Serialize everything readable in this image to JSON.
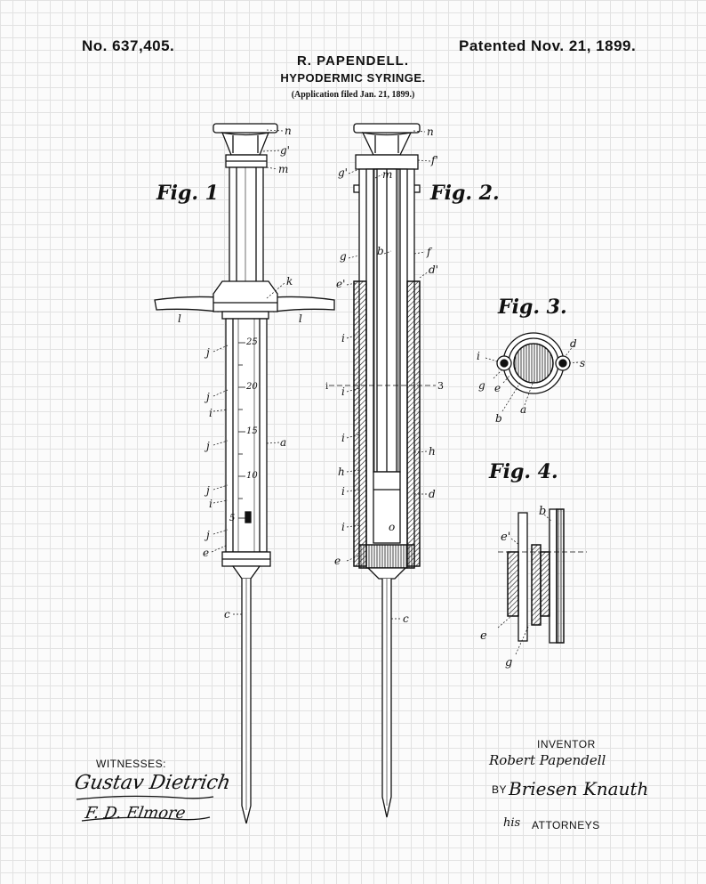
{
  "header": {
    "patent_no": "No. 637,405.",
    "patented": "Patented Nov. 21, 1899.",
    "inventor_name": "R. PAPENDELL.",
    "invention": "HYPODERMIC SYRINGE.",
    "application": "(Application filed Jan. 21, 1899.)"
  },
  "figures": {
    "fig1": "Fig. 1",
    "fig2": "Fig. 2.",
    "fig3": "Fig. 3.",
    "fig4": "Fig. 4."
  },
  "scale_marks": [
    "25",
    "20",
    "15",
    "10",
    "5"
  ],
  "fig1_labels": {
    "n": "n",
    "g1": "g'",
    "m": "m",
    "k": "k",
    "l_left": "l",
    "l_right": "l",
    "a": "a",
    "c": "c",
    "e": "e",
    "i1": "i",
    "i2": "i",
    "j1": "j",
    "j2": "j",
    "j3": "j",
    "j4": "j",
    "j5": "j"
  },
  "fig2_labels": {
    "n": "n",
    "f1": "f'",
    "g1": "g'",
    "m": "m",
    "b": "b",
    "f": "f",
    "g": "g",
    "d1": "d'",
    "e1": "e'",
    "i1": "i",
    "i2": "i",
    "i3": "i",
    "i4": "i",
    "i5": "i",
    "h1": "h",
    "h2": "h",
    "d": "d",
    "o": "o",
    "e": "e",
    "c": "c",
    "sec_left": "i",
    "sec_right": "3"
  },
  "fig3_labels": {
    "i": "i",
    "d": "d",
    "s": "s",
    "g": "g",
    "e": "e",
    "b": "b",
    "a": "a"
  },
  "fig4_labels": {
    "b": "b",
    "e1": "e'",
    "e": "e",
    "g": "g"
  },
  "footer": {
    "witnesses_label": "WITNESSES:",
    "witness1": "Gustav Dietrich",
    "witness2": "F. D. Elmore",
    "inventor_label": "INVENTOR",
    "inventor_sig": "Robert Papendell",
    "by_label": "BY",
    "attorneys_sig": "Briesen Knauth",
    "his": "his",
    "attorneys_label": "ATTORNEYS"
  }
}
